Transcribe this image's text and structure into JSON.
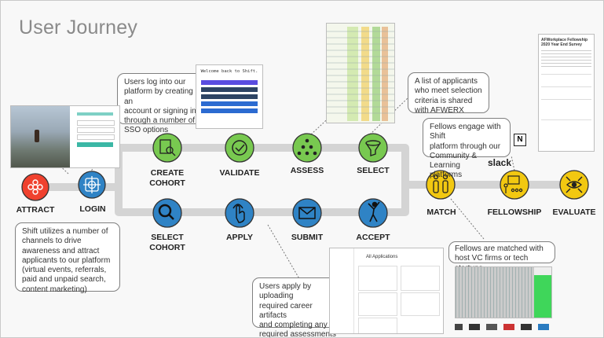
{
  "title": "User Journey",
  "stages": {
    "attract": "ATTRACT",
    "login": "LOGIN",
    "create_cohort": [
      "CREATE",
      "COHORT"
    ],
    "validate": "VALIDATE",
    "assess": "ASSESS",
    "select": "SELECT",
    "select_cohort": [
      "SELECT",
      "COHORT"
    ],
    "apply": "APPLY",
    "submit": "SUBMIT",
    "accept": "ACCEPT",
    "match": "MATCH",
    "fellowship": "FELLOWSHIP",
    "evaluate": "EVALUATE"
  },
  "callouts": {
    "login": [
      "Users log into our",
      "platform by creating an",
      "account or signing in",
      "through a number of",
      "SSO options"
    ],
    "select": [
      "A list of applicants",
      "who meet selection",
      "criteria is shared",
      "with AFWERX"
    ],
    "fellowship": [
      "Fellows engage with Shift",
      "platform through our",
      "Community & Learning",
      "platforms"
    ],
    "attract": [
      "Shift utilizes a number of",
      "channels to drive",
      "awareness and attract",
      "applicants to our platform",
      "(virtual events, referrals,",
      "paid and unpaid search,",
      "content marketing)"
    ],
    "apply": [
      "Users apply by uploading",
      "required career artifacts",
      "and completing any",
      "required assessments"
    ],
    "match": [
      "Fellows are matched with",
      "host VC firms or tech startups"
    ]
  },
  "screens": {
    "login_title": "Welcome back to Shift.",
    "applications_title": "All Applications",
    "survey_title": "AFWorkplace Fellowship 2020 Year End Survey"
  },
  "logos": {
    "slack": "slack",
    "notion": "N"
  },
  "icons": [
    "flower-icon",
    "target-icon",
    "document-search-icon",
    "checkmark-icon",
    "people-pyramid-icon",
    "funnel-icon",
    "magnifier-icon",
    "hand-pointer-icon",
    "envelope-icon",
    "person-celebrating-icon",
    "two-people-icon",
    "presenter-icon",
    "eye-arrows-icon"
  ],
  "colors": {
    "attract": "#f0412e",
    "login": "#2f83c5",
    "green": "#78c950",
    "blue": "#2f83c5",
    "yellow": "#f2c811",
    "track": "#d4d4d4"
  }
}
